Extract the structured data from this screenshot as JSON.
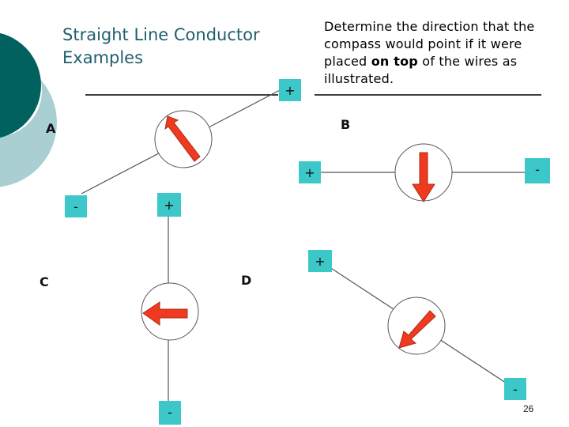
{
  "slide": {
    "title": "Straight Line Conductor Examples",
    "question_pre": "Determine the direction that the compass would point if it were placed ",
    "question_emph": "on top",
    "question_post": " of the wires as illustrated.",
    "page_number": "26"
  },
  "colors": {
    "sign_box": "#3cc8c8",
    "arrow": "#ee3a1f",
    "deco_dark": "#00615f",
    "deco_light": "#a9cfd3"
  },
  "examples": {
    "A": {
      "label": "A",
      "plus": "+",
      "minus": "-",
      "arrow_direction": "up-left"
    },
    "B": {
      "label": "B",
      "plus": "+",
      "minus": "-",
      "arrow_direction": "down"
    },
    "C": {
      "label": "C",
      "plus": "+",
      "minus": "-",
      "arrow_direction": "left"
    },
    "D": {
      "label": "D",
      "plus": "+",
      "minus": "-",
      "arrow_direction": "down-left"
    }
  }
}
